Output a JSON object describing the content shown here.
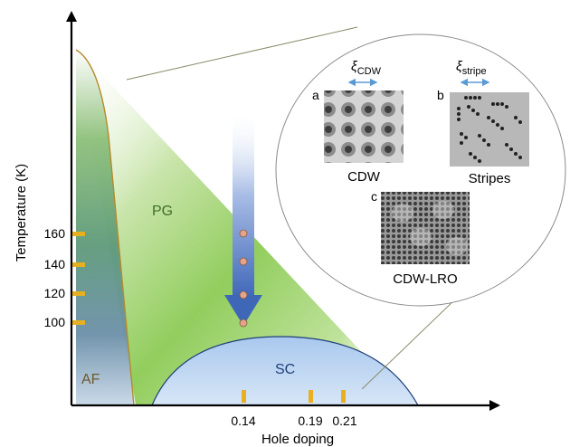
{
  "axes": {
    "xlabel": "Hole doping",
    "ylabel": "Temperature (K)",
    "x_ticks": [
      "0.14",
      "0.19",
      "0.21"
    ],
    "y_ticks": [
      "160",
      "140",
      "120",
      "100"
    ]
  },
  "regions": {
    "af": "AF",
    "pg": "PG",
    "sc": "SC"
  },
  "panels": {
    "a": {
      "letter": "a",
      "xi_symbol": "ξ",
      "xi_sub": "CDW",
      "caption": "CDW"
    },
    "b": {
      "letter": "b",
      "xi_symbol": "ξ",
      "xi_sub": "stripe",
      "caption": "Stripes"
    },
    "c": {
      "letter": "c",
      "caption": "CDW-LRO"
    }
  },
  "colors": {
    "axis": "#000000",
    "af_boundary": "#b58a2a",
    "tick_marker": "#e8b020",
    "pg_green": "#7cc242",
    "sc_fill": "#b9d3f0",
    "arrow_blue": "#4f75c0",
    "dot_fill": "#e3a489",
    "double_arrow": "#5b9bd5"
  }
}
